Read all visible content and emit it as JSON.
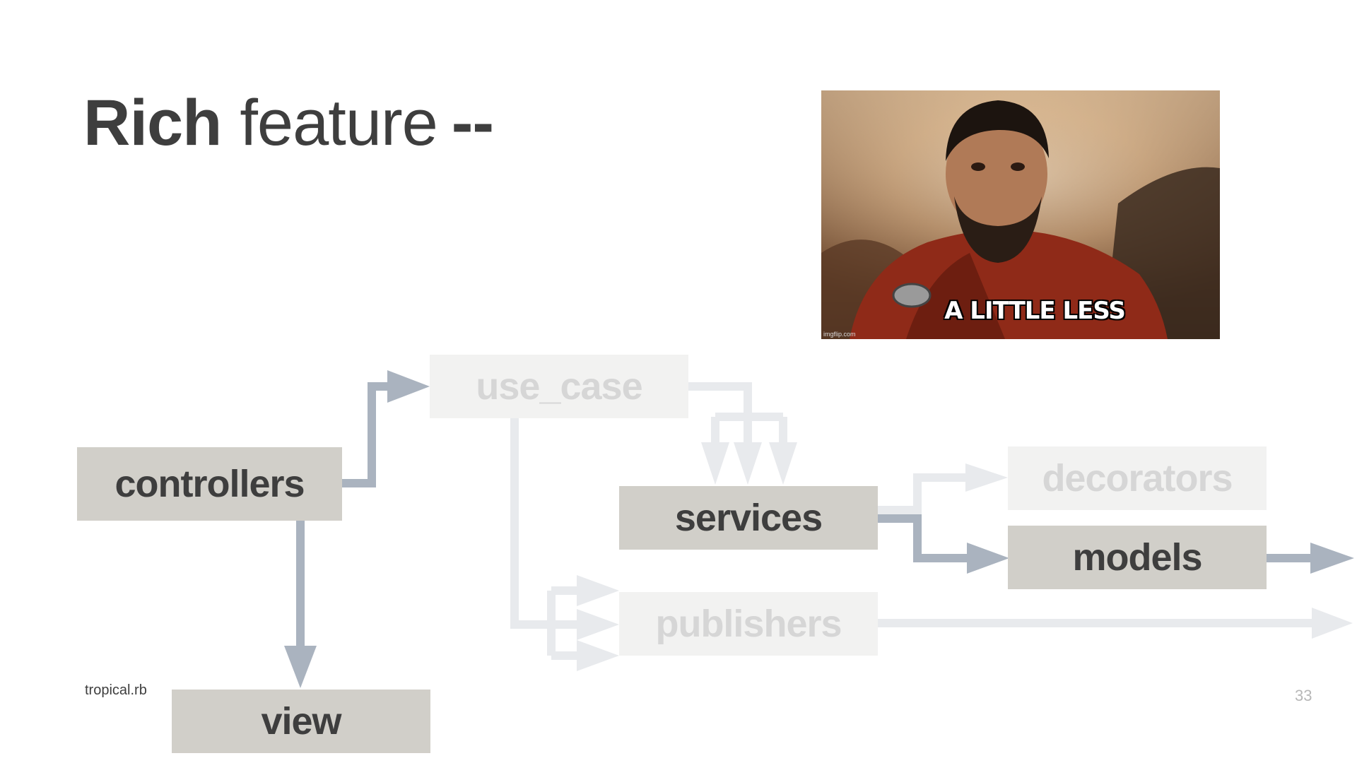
{
  "title": {
    "bold": "Rich",
    "light": "feature",
    "dashes": "--"
  },
  "meme": {
    "caption": "A LITTLE LESS",
    "watermark": "imgflip.com"
  },
  "nodes": {
    "use_case": "use_case",
    "controllers": "controllers",
    "services": "services",
    "decorators": "decorators",
    "models": "models",
    "publishers": "publishers",
    "view": "view"
  },
  "footer": {
    "brand": "tropical.rb",
    "page": "33"
  },
  "colors": {
    "active_box": "#d1cfc9",
    "faded_box": "#f2f2f1",
    "active_arrow": "#aab3bf",
    "faded_arrow": "#e8eaed",
    "text_dark": "#3e3e3e"
  }
}
